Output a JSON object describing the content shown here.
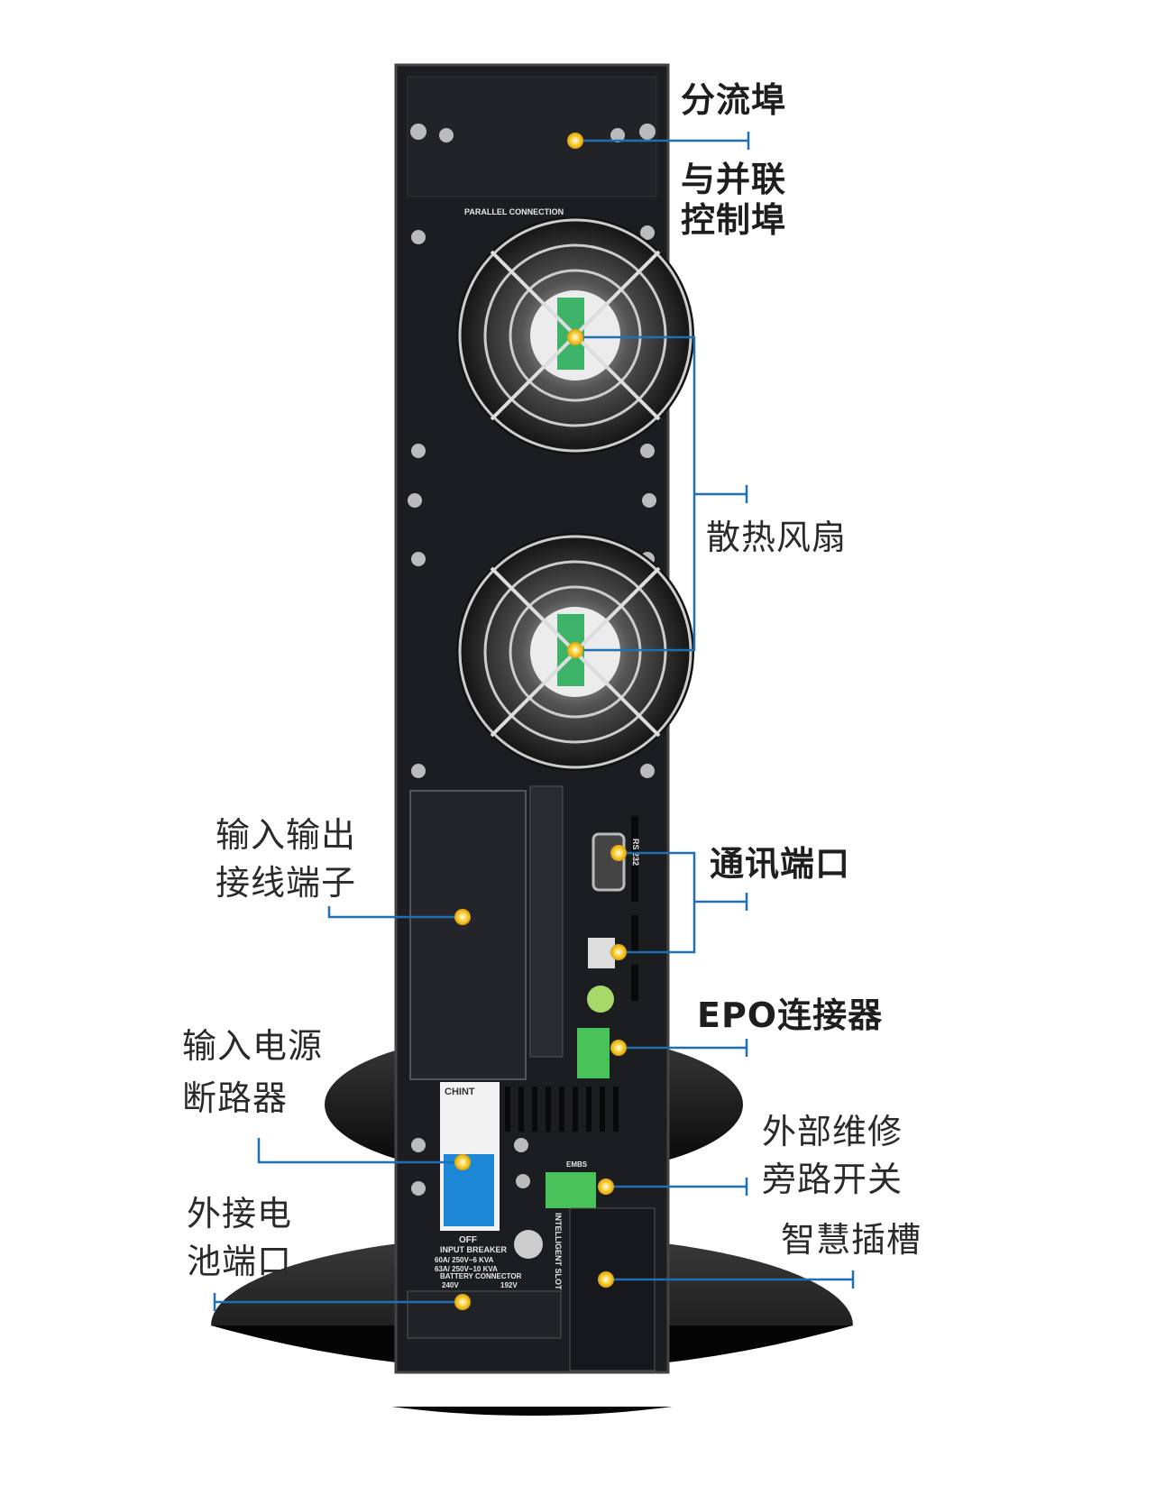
{
  "callouts": {
    "parallel_port": [
      "分流埠",
      "与并联",
      "控制埠"
    ],
    "cooling_fan": "散热风扇",
    "comm_port": "通讯端口",
    "epo_connector": "EPO连接器",
    "maintenance_bypass": [
      "外部维修",
      "旁路开关"
    ],
    "smart_slot": "智慧插槽",
    "io_terminal": [
      "输入输出",
      "接线端子"
    ],
    "input_breaker": [
      "输入电源",
      "断路器"
    ],
    "battery_port": [
      "外接电",
      "池端口"
    ]
  },
  "device_labels": {
    "parallel_connection": "PARALLEL CONNECTION",
    "rs232": "RS 232",
    "breaker_off": "OFF",
    "input_breaker": "INPUT BREAKER",
    "breaker_rating_1": "60A/ 250V~6 KVA",
    "breaker_rating_2": "63A/ 250V~10 KVA",
    "battery_connector": "BATTERY CONNECTOR",
    "battery_240": "240V",
    "battery_192": "192V",
    "intelligent_slot": "INTELLIGENT SLOT",
    "embs": "EMBS",
    "breaker_brand": "CHINT"
  },
  "colors": {
    "callout_line": "#1f6fb5",
    "dot": "#f2b70f",
    "body": "#1c1d21"
  }
}
